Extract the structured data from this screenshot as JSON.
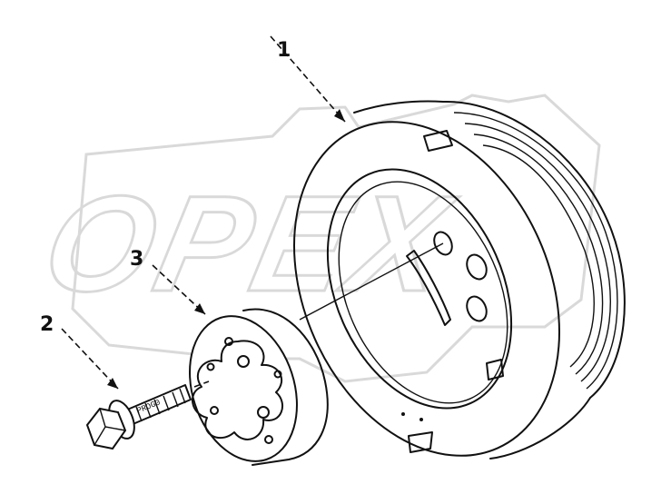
{
  "callouts": {
    "damper": "1",
    "bolt": "2",
    "washer": "3"
  },
  "watermark": {
    "text": "OPEX"
  },
  "bolt_marking": "PROG0",
  "colors": {
    "line": "#111111",
    "watermark": "#d9d9d9",
    "background": "#ffffff"
  }
}
